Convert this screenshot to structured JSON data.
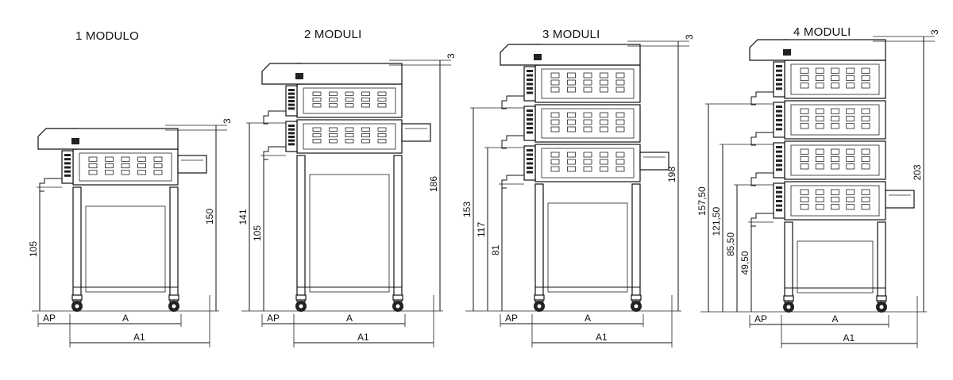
{
  "colors": {
    "line": "#111111",
    "background": "#ffffff",
    "wheel": "#222222"
  },
  "modules": [
    {
      "title": "1 MODULO",
      "stack": 1,
      "dims": {
        "base_height": "105",
        "total_height": "150",
        "top_gap": "3"
      },
      "shelves": [],
      "labels": {
        "ap": "AP",
        "a": "A",
        "a1": "A1"
      }
    },
    {
      "title": "2 MODULI",
      "stack": 2,
      "dims": {
        "base_height": "105",
        "total_height": "186",
        "top_gap": "3"
      },
      "shelves": [
        "141"
      ],
      "labels": {
        "ap": "AP",
        "a": "A",
        "a1": "A1"
      }
    },
    {
      "title": "3 MODULI",
      "stack": 3,
      "dims": {
        "base_height": "81",
        "total_height": "198",
        "top_gap": "3"
      },
      "shelves": [
        "153",
        "117"
      ],
      "labels": {
        "ap": "AP",
        "a": "A",
        "a1": "A1"
      }
    },
    {
      "title": "4 MODULI",
      "stack": 4,
      "dims": {
        "base_height": "49,50",
        "total_height": "203",
        "top_gap": "3"
      },
      "shelves": [
        "157,50",
        "121,50",
        "85,50"
      ],
      "labels": {
        "ap": "AP",
        "a": "A",
        "a1": "A1"
      }
    }
  ]
}
